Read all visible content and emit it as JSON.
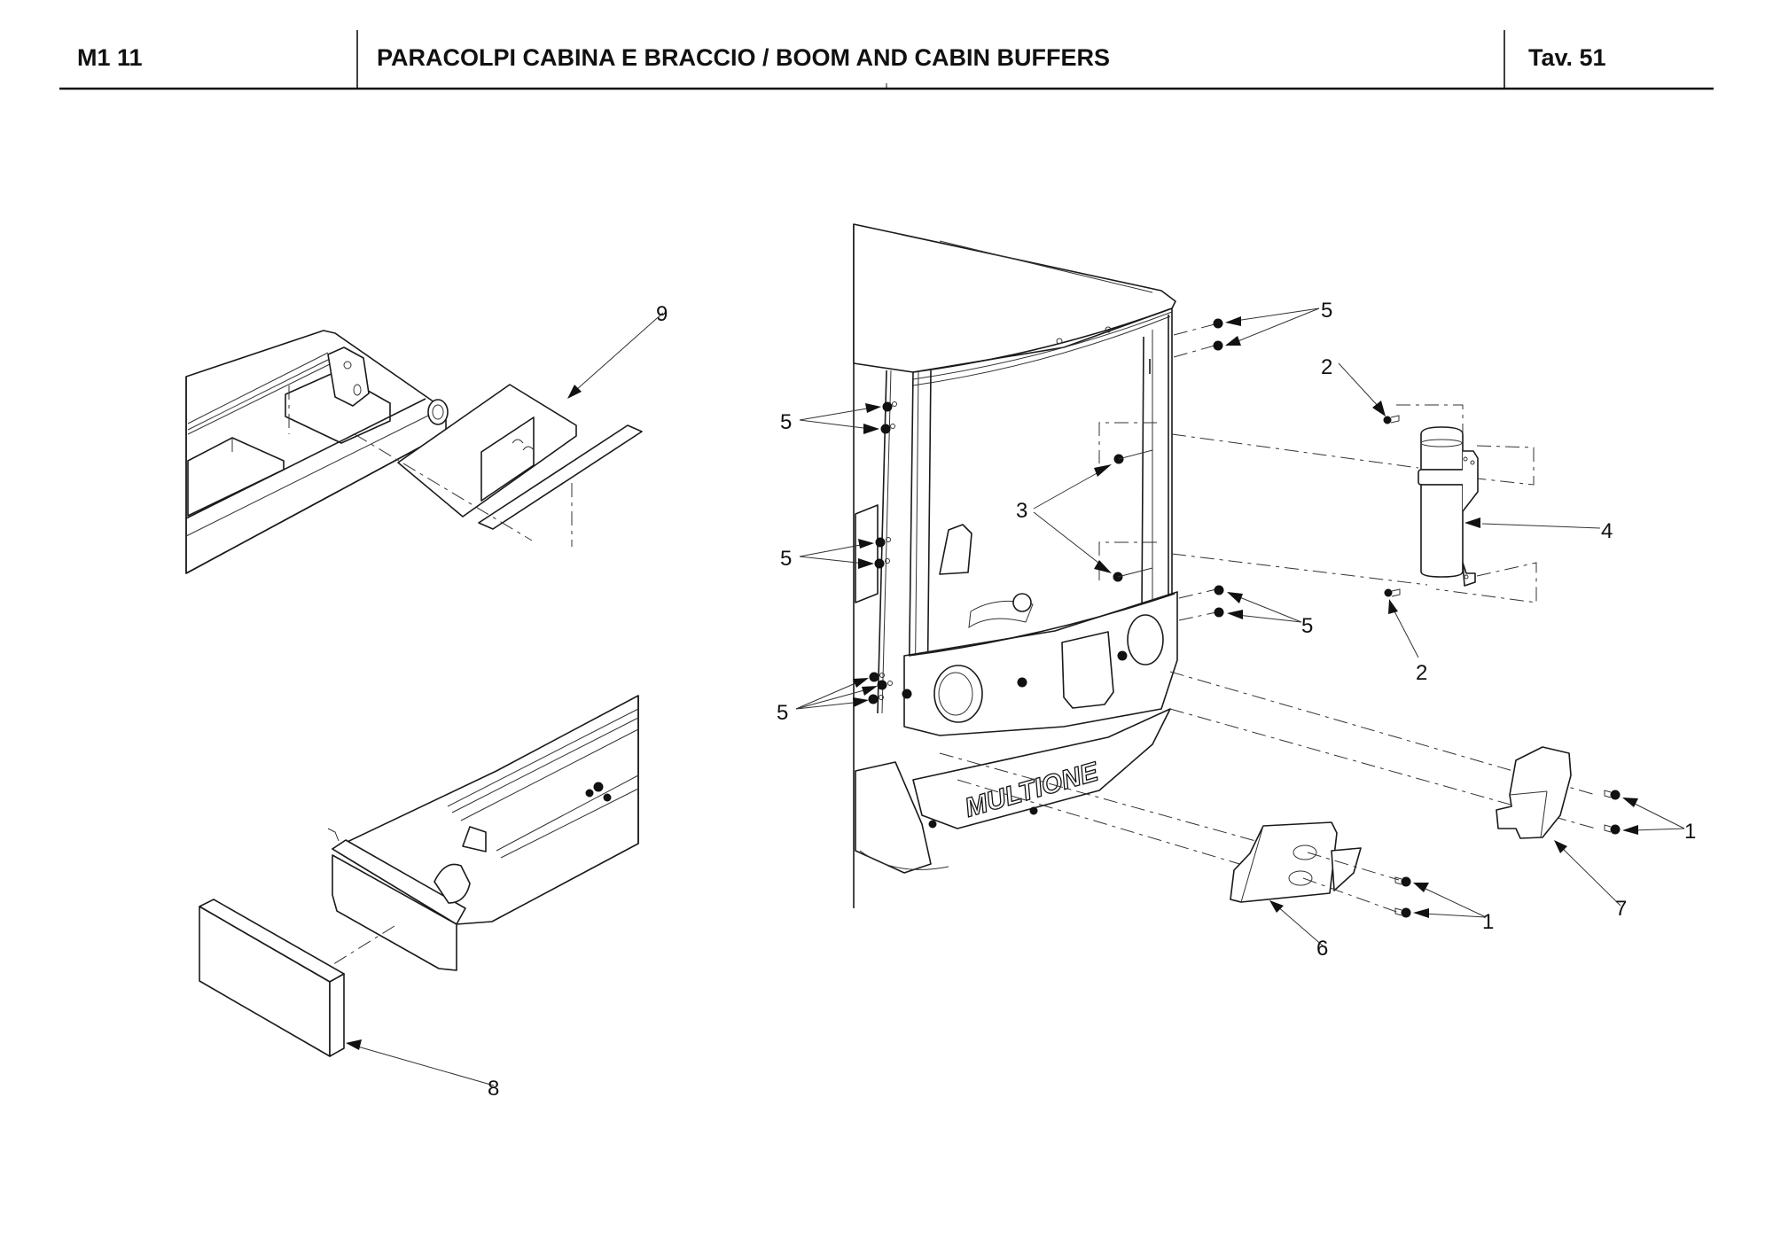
{
  "header": {
    "code": "M1 11",
    "title": "PARACOLPI CABINA E BRACCIO / BOOM AND CABIN BUFFERS",
    "table": "Tav.  51"
  },
  "drawing": {
    "brand_logo": "MULTIONE",
    "callouts": {
      "c1a": "1",
      "c1b": "1",
      "c2a": "2",
      "c2b": "2",
      "c3": "3",
      "c4": "4",
      "c5a": "5",
      "c5b": "5",
      "c5c": "5",
      "c5d": "5",
      "c5e": "5",
      "c6": "6",
      "c7": "7",
      "c8": "8",
      "c9": "9"
    }
  },
  "colors": {
    "ink": "#111111",
    "paper": "#ffffff"
  }
}
